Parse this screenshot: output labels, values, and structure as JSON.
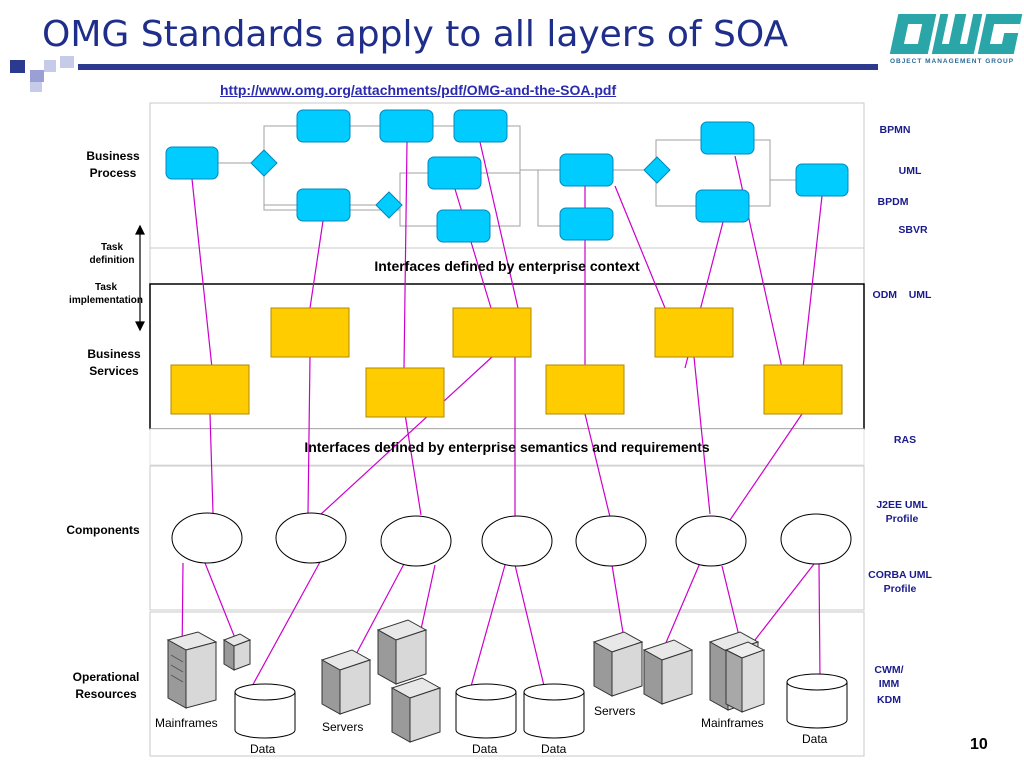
{
  "title": "OMG Standards apply to all layers of SOA",
  "url": "http://www.omg.org/attachments/pdf/OMG-and-the-SOA.pdf",
  "logo": {
    "text": "OMG",
    "subtitle": "OBJECT MANAGEMENT GROUP"
  },
  "layers": {
    "business_process": "Business Process",
    "task_definition": "Task definition",
    "task_implementation": "Task implementation",
    "business_services": "Business Services",
    "components": "Components",
    "operational_resources": "Operational Resources"
  },
  "bands": {
    "enterprise_context": "Interfaces defined by enterprise context",
    "enterprise_semantics": "Interfaces defined by enterprise semantics and requirements"
  },
  "standards": {
    "bpmn": "BPMN",
    "uml": "UML",
    "bpdm": "BPDM",
    "sbvr": "SBVR",
    "odm_uml": "ODM    UML",
    "ras": "RAS",
    "j2ee": "J2EE UML Profile",
    "corba": "CORBA UML Profile",
    "cwm": "CWM/ IMM",
    "kdm": "KDM"
  },
  "resources": {
    "mainframes_1": "Mainframes",
    "data_1": "Data",
    "servers_1": "Servers",
    "data_2": "Data",
    "data_3": "Data",
    "servers_2": "Servers",
    "mainframes_2": "Mainframes",
    "data_4": "Data"
  },
  "page_number": "10",
  "colors": {
    "title": "#1f2e8a",
    "process_node": "#00ccff",
    "service_box": "#ffcc00",
    "connector": "#cc00cc",
    "standards_text": "#1a1a8c",
    "url": "#2a2ab0"
  }
}
